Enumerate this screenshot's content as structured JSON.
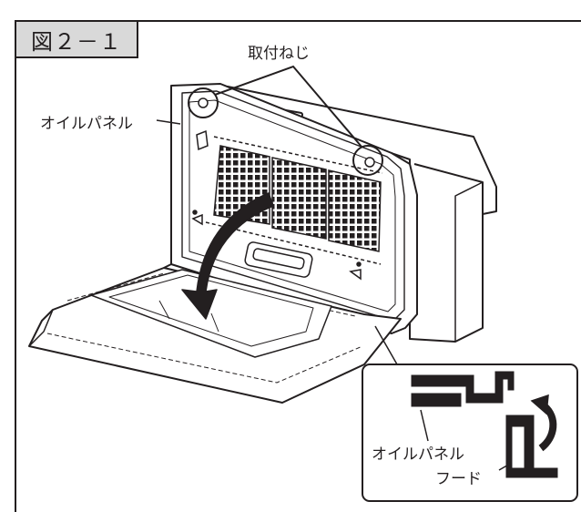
{
  "figure": {
    "number": "図２－１",
    "labels": {
      "screws": "取付ねじ",
      "oil_panel": "オイルパネル",
      "inset_oil_panel": "オイルパネル",
      "inset_hood": "フード"
    }
  }
}
